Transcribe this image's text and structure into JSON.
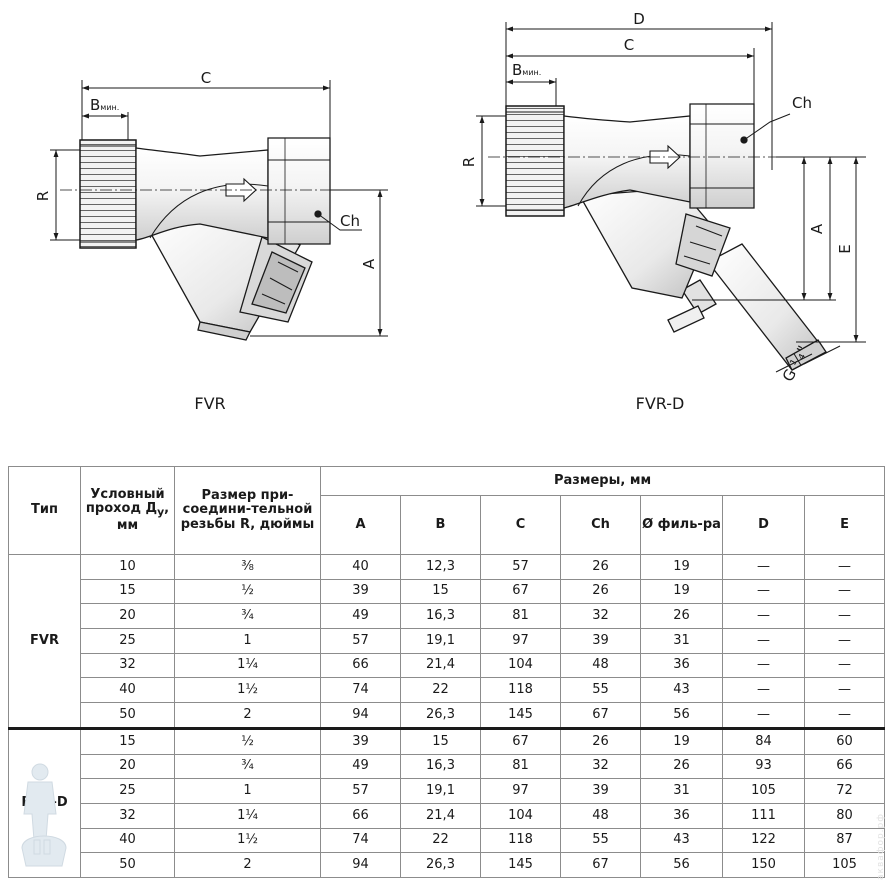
{
  "figures": [
    {
      "caption": "FVR",
      "labels": {
        "overall_length": "C",
        "thread_depth": "B",
        "thread_depth_sub": "мин.",
        "thread": "R",
        "hex": "Ch",
        "height": "A"
      }
    },
    {
      "caption": "FVR-D",
      "labels": {
        "overall_length_d": "D",
        "overall_length": "C",
        "thread_depth": "B",
        "thread_depth_sub": "мин.",
        "thread": "R",
        "hex": "Ch",
        "height": "A",
        "height_e": "E",
        "drain_thread": "G ¼\""
      }
    }
  ],
  "table": {
    "headers": {
      "type": "Тип",
      "dn": "Условный проход Д",
      "dn_sub": "у",
      "dn_tail": ", мм",
      "thread": "Размер при-соедини-тельной резьбы R, дюймы",
      "group": "Размеры, мм",
      "cols": [
        "A",
        "B",
        "C",
        "Ch",
        "Ø филь-ра",
        "D",
        "E"
      ]
    },
    "groups": [
      {
        "type": "FVR",
        "rows": [
          [
            "10",
            "⅜",
            "40",
            "12,3",
            "57",
            "26",
            "19",
            "—",
            "—"
          ],
          [
            "15",
            "½",
            "39",
            "15",
            "67",
            "26",
            "19",
            "—",
            "—"
          ],
          [
            "20",
            "¾",
            "49",
            "16,3",
            "81",
            "32",
            "26",
            "—",
            "—"
          ],
          [
            "25",
            "1",
            "57",
            "19,1",
            "97",
            "39",
            "31",
            "—",
            "—"
          ],
          [
            "32",
            "1¼",
            "66",
            "21,4",
            "104",
            "48",
            "36",
            "—",
            "—"
          ],
          [
            "40",
            "1½",
            "74",
            "22",
            "118",
            "55",
            "43",
            "—",
            "—"
          ],
          [
            "50",
            "2",
            "94",
            "26,3",
            "145",
            "67",
            "56",
            "—",
            "—"
          ]
        ]
      },
      {
        "type": "FVR–D",
        "rows": [
          [
            "15",
            "½",
            "39",
            "15",
            "67",
            "26",
            "19",
            "84",
            "60"
          ],
          [
            "20",
            "¾",
            "49",
            "16,3",
            "81",
            "32",
            "26",
            "93",
            "66"
          ],
          [
            "25",
            "1",
            "57",
            "19,1",
            "97",
            "39",
            "31",
            "105",
            "72"
          ],
          [
            "32",
            "1¼",
            "66",
            "21,4",
            "104",
            "48",
            "36",
            "111",
            "80"
          ],
          [
            "40",
            "1½",
            "74",
            "22",
            "118",
            "55",
            "43",
            "122",
            "87"
          ],
          [
            "50",
            "2",
            "94",
            "26,3",
            "145",
            "67",
            "56",
            "150",
            "105"
          ]
        ]
      }
    ]
  },
  "watermark": "аквафор.рф"
}
